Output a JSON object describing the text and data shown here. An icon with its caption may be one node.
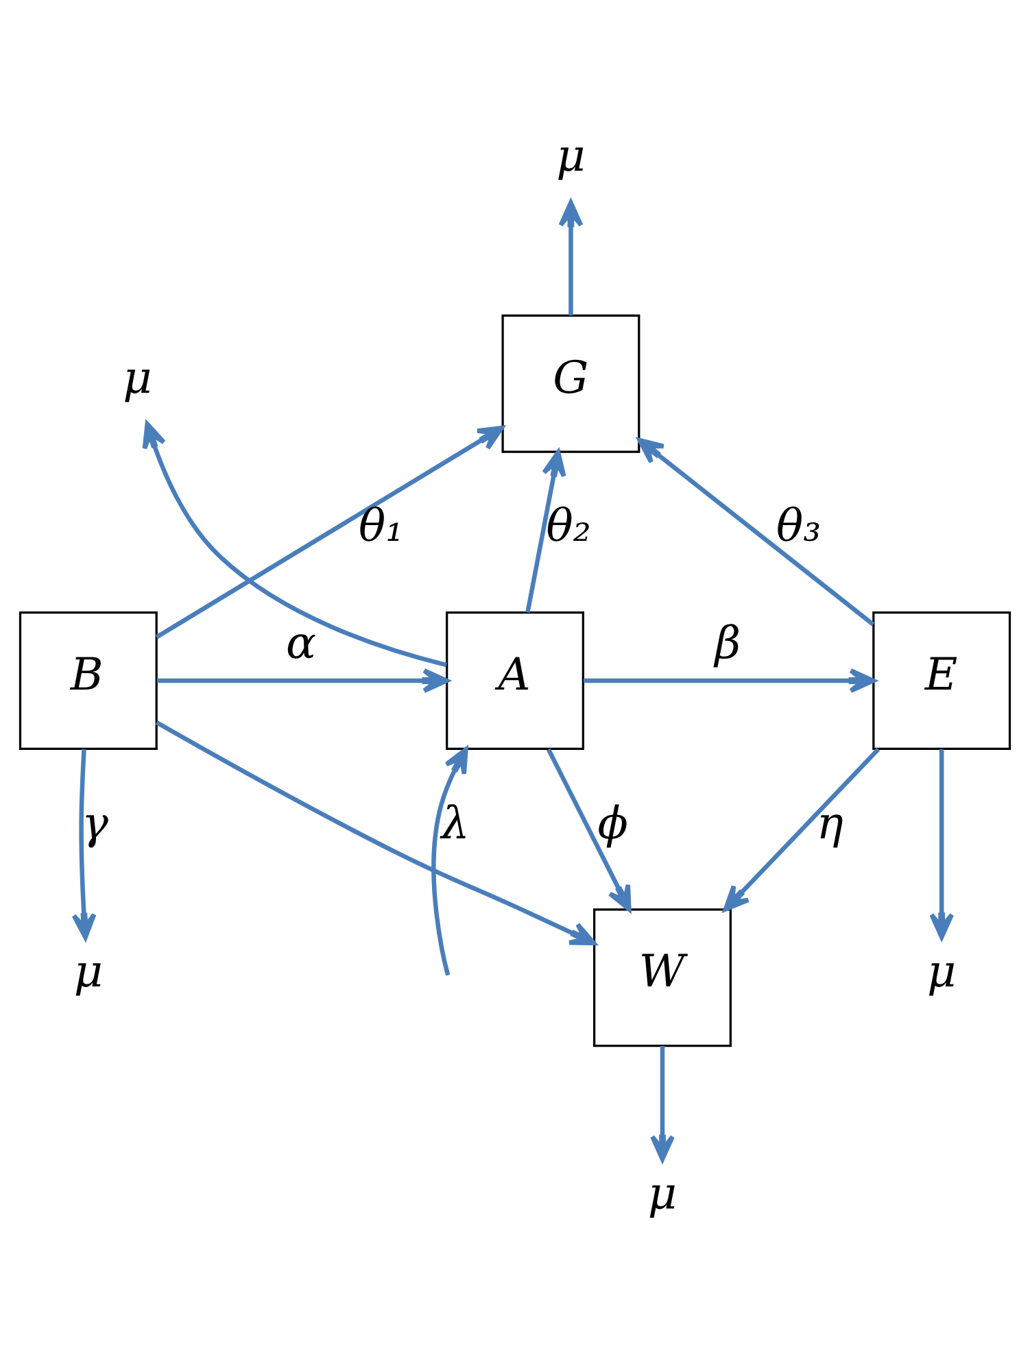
{
  "diagram": {
    "nodes": [
      {
        "text": [
          "μ"
        ]
      },
      {
        "text": [
          "G"
        ]
      },
      {
        "text": [
          "μ"
        ]
      },
      {
        "text": [
          "B"
        ]
      },
      {
        "text": [
          "A"
        ]
      },
      {
        "text": [
          "E"
        ]
      },
      {
        "text": [
          "μ"
        ]
      },
      {
        "text": [
          "W"
        ]
      },
      {
        "text": [
          "μ"
        ]
      },
      {
        "text": [
          "μ"
        ]
      }
    ],
    "edges": [
      {
        "from": 1,
        "to": 0,
        "arrow": "to"
      },
      {
        "from": 3,
        "to": 1,
        "arrow": "to",
        "label": "θ₁"
      },
      {
        "from": 4,
        "to": 1,
        "arrow": "to",
        "label": "θ₂"
      },
      {
        "from": 5,
        "to": 1,
        "arrow": "to",
        "label": "θ₃"
      },
      {
        "from": 4,
        "to": 2,
        "arrow": "to"
      },
      {
        "from": 3,
        "to": 4,
        "arrow": "to",
        "label": "α"
      },
      {
        "from": 4,
        "to": 5,
        "arrow": "to",
        "label": "β"
      },
      {
        "from": null,
        "to": 4,
        "arrow": "to",
        "label": "λ"
      },
      {
        "from": 3,
        "to": 6,
        "arrow": "to",
        "label": "γ"
      },
      {
        "from": 3,
        "to": 7,
        "arrow": "to"
      },
      {
        "from": 4,
        "to": 7,
        "arrow": "to",
        "label": "ϕ"
      },
      {
        "from": 5,
        "to": 7,
        "arrow": "to",
        "label": "η"
      },
      {
        "from": 5,
        "to": 8,
        "arrow": "to"
      },
      {
        "from": 7,
        "to": 9,
        "arrow": "to"
      }
    ]
  }
}
